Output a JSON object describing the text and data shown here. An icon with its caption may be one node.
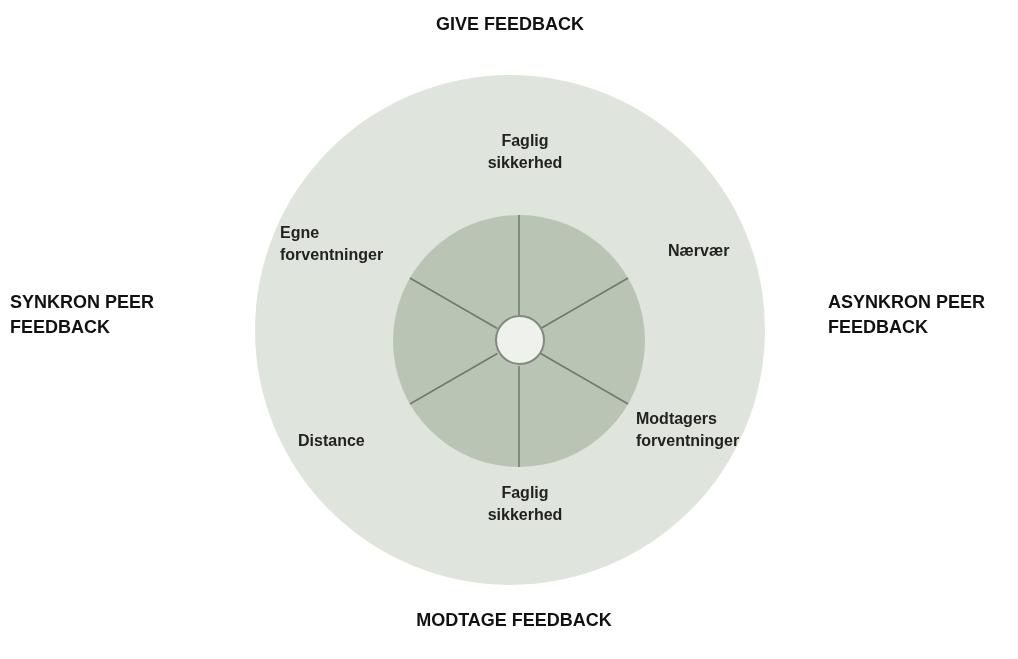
{
  "diagram": {
    "nodes": [
      {
        "text": [],
        "shape": "circle"
      },
      {
        "text": [],
        "shape": "circle",
        "in": 0
      },
      {
        "text": [],
        "shape": "circle",
        "in": 1
      }
    ],
    "labels": [
      "GIVE FEEDBACK",
      "Faglig sikkerhed",
      "Egne forventninger",
      "Nærvær",
      "SYNKRON PEER FEEDBACK",
      "ASYNKRON PEER FEEDBACK",
      "Distance",
      "Modtagers forventninger",
      "Faglig sikkerhed",
      "MODTAGE FEEDBACK"
    ]
  }
}
